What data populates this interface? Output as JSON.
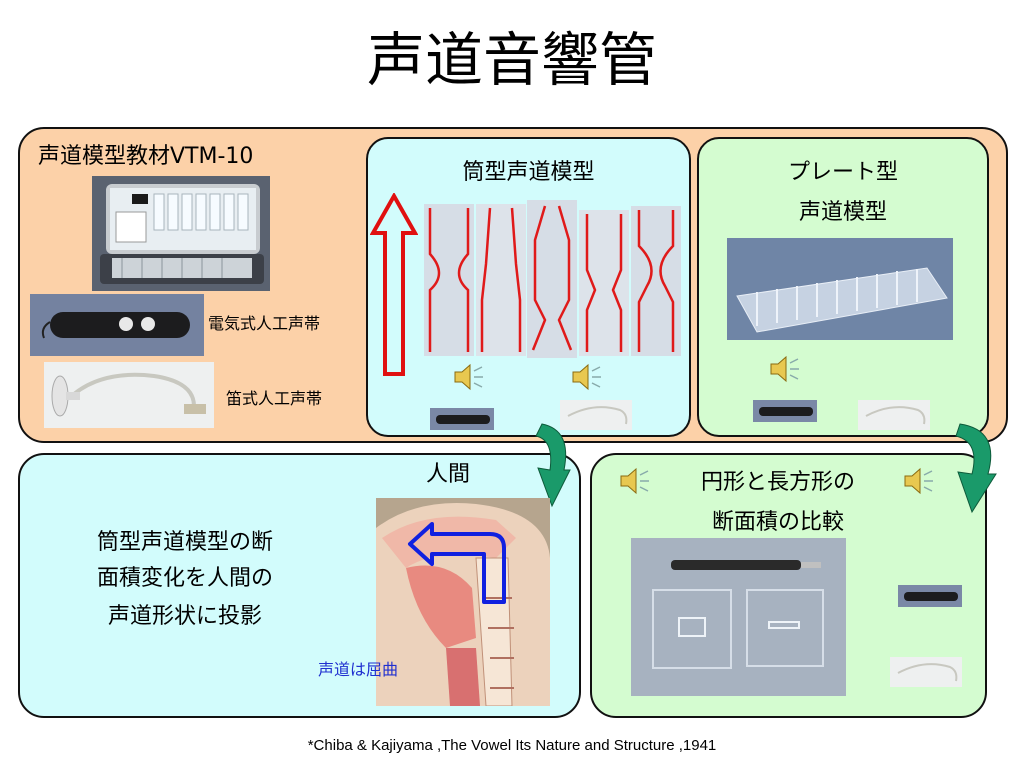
{
  "slide_title": "声道音響管",
  "kit": {
    "label": "声道模型教材VTM-10",
    "electric_larynx": "電気式人工声帯",
    "reed_larynx": "笛式人工声帯"
  },
  "tube": {
    "title": "筒型声道模型",
    "tube_count": 5
  },
  "plate": {
    "title_line1": "プレート型",
    "title_line2": "声道模型"
  },
  "human": {
    "title": "人間",
    "body_line1": "筒型声道模型の断",
    "body_line2": "面積変化を人間の",
    "body_line3": "声道形状に投影",
    "note": "声道は屈曲"
  },
  "compare": {
    "title_line1": "円形と長方形の",
    "title_line2": "断面積の比較"
  },
  "footer": "*Chiba & Kajiyama ,The Vowel Its Nature and Structure ,1941",
  "colors": {
    "kit_bg": "#fcd1a8",
    "tube_bg": "#d2fcfc",
    "plate_bg": "#d4fcd0",
    "arrow_red": "#e01010",
    "arrow_green": "#1a9a6a",
    "arrow_blue": "#1020e0",
    "note_blue": "#2030d0"
  },
  "icons": [
    "speaker-icon",
    "up-arrow-icon",
    "curved-down-arrow-icon",
    "curved-path-arrow-icon"
  ]
}
